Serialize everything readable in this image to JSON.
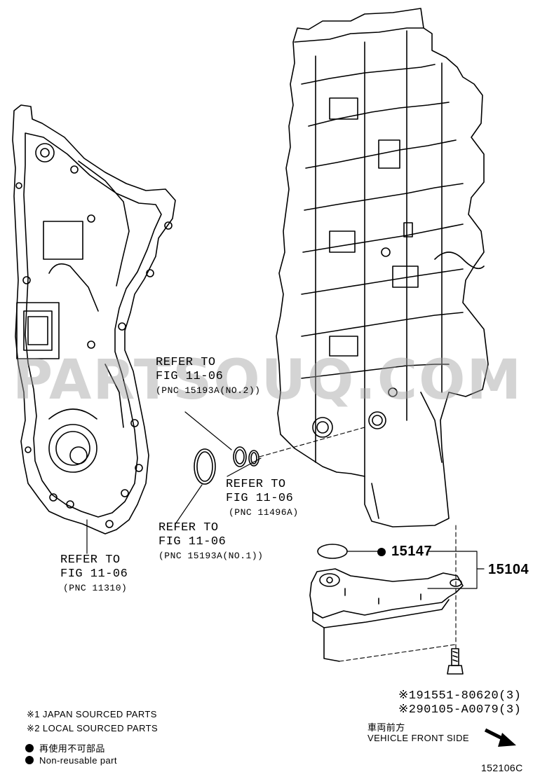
{
  "watermark": "PARTSOUQ.COM",
  "refs": {
    "ref1": {
      "line1": "REFER TO",
      "line2": "FIG 11-06",
      "pnc": "(PNC 15193A(NO.2))"
    },
    "ref2": {
      "line1": "REFER TO",
      "line2": "FIG 11-06",
      "pnc": "(PNC 11496A)"
    },
    "ref3": {
      "line1": "REFER TO",
      "line2": "FIG 11-06",
      "pnc": "(PNC 15193A(NO.1))"
    },
    "ref4": {
      "line1": "REFER TO",
      "line2": "FIG 11-06",
      "pnc": "(PNC 11310)"
    }
  },
  "parts": {
    "oring": "15147",
    "strainer": "15104",
    "bolt1": "※191551-80620(3)",
    "bolt2": "※290105-A0079(3)"
  },
  "front": {
    "jp": "車両前方",
    "en": "VEHICLE FRONT SIDE"
  },
  "legend": {
    "note1": "※1 JAPAN SOURCED PARTS",
    "note2": "※2 LOCAL SOURCED PARTS",
    "nonreuse_jp": "再使用不可部品",
    "nonreuse_en": "Non-reusable part"
  },
  "figure_id": "152106C",
  "colors": {
    "line": "#000000",
    "watermark": "#a0a0a0"
  }
}
